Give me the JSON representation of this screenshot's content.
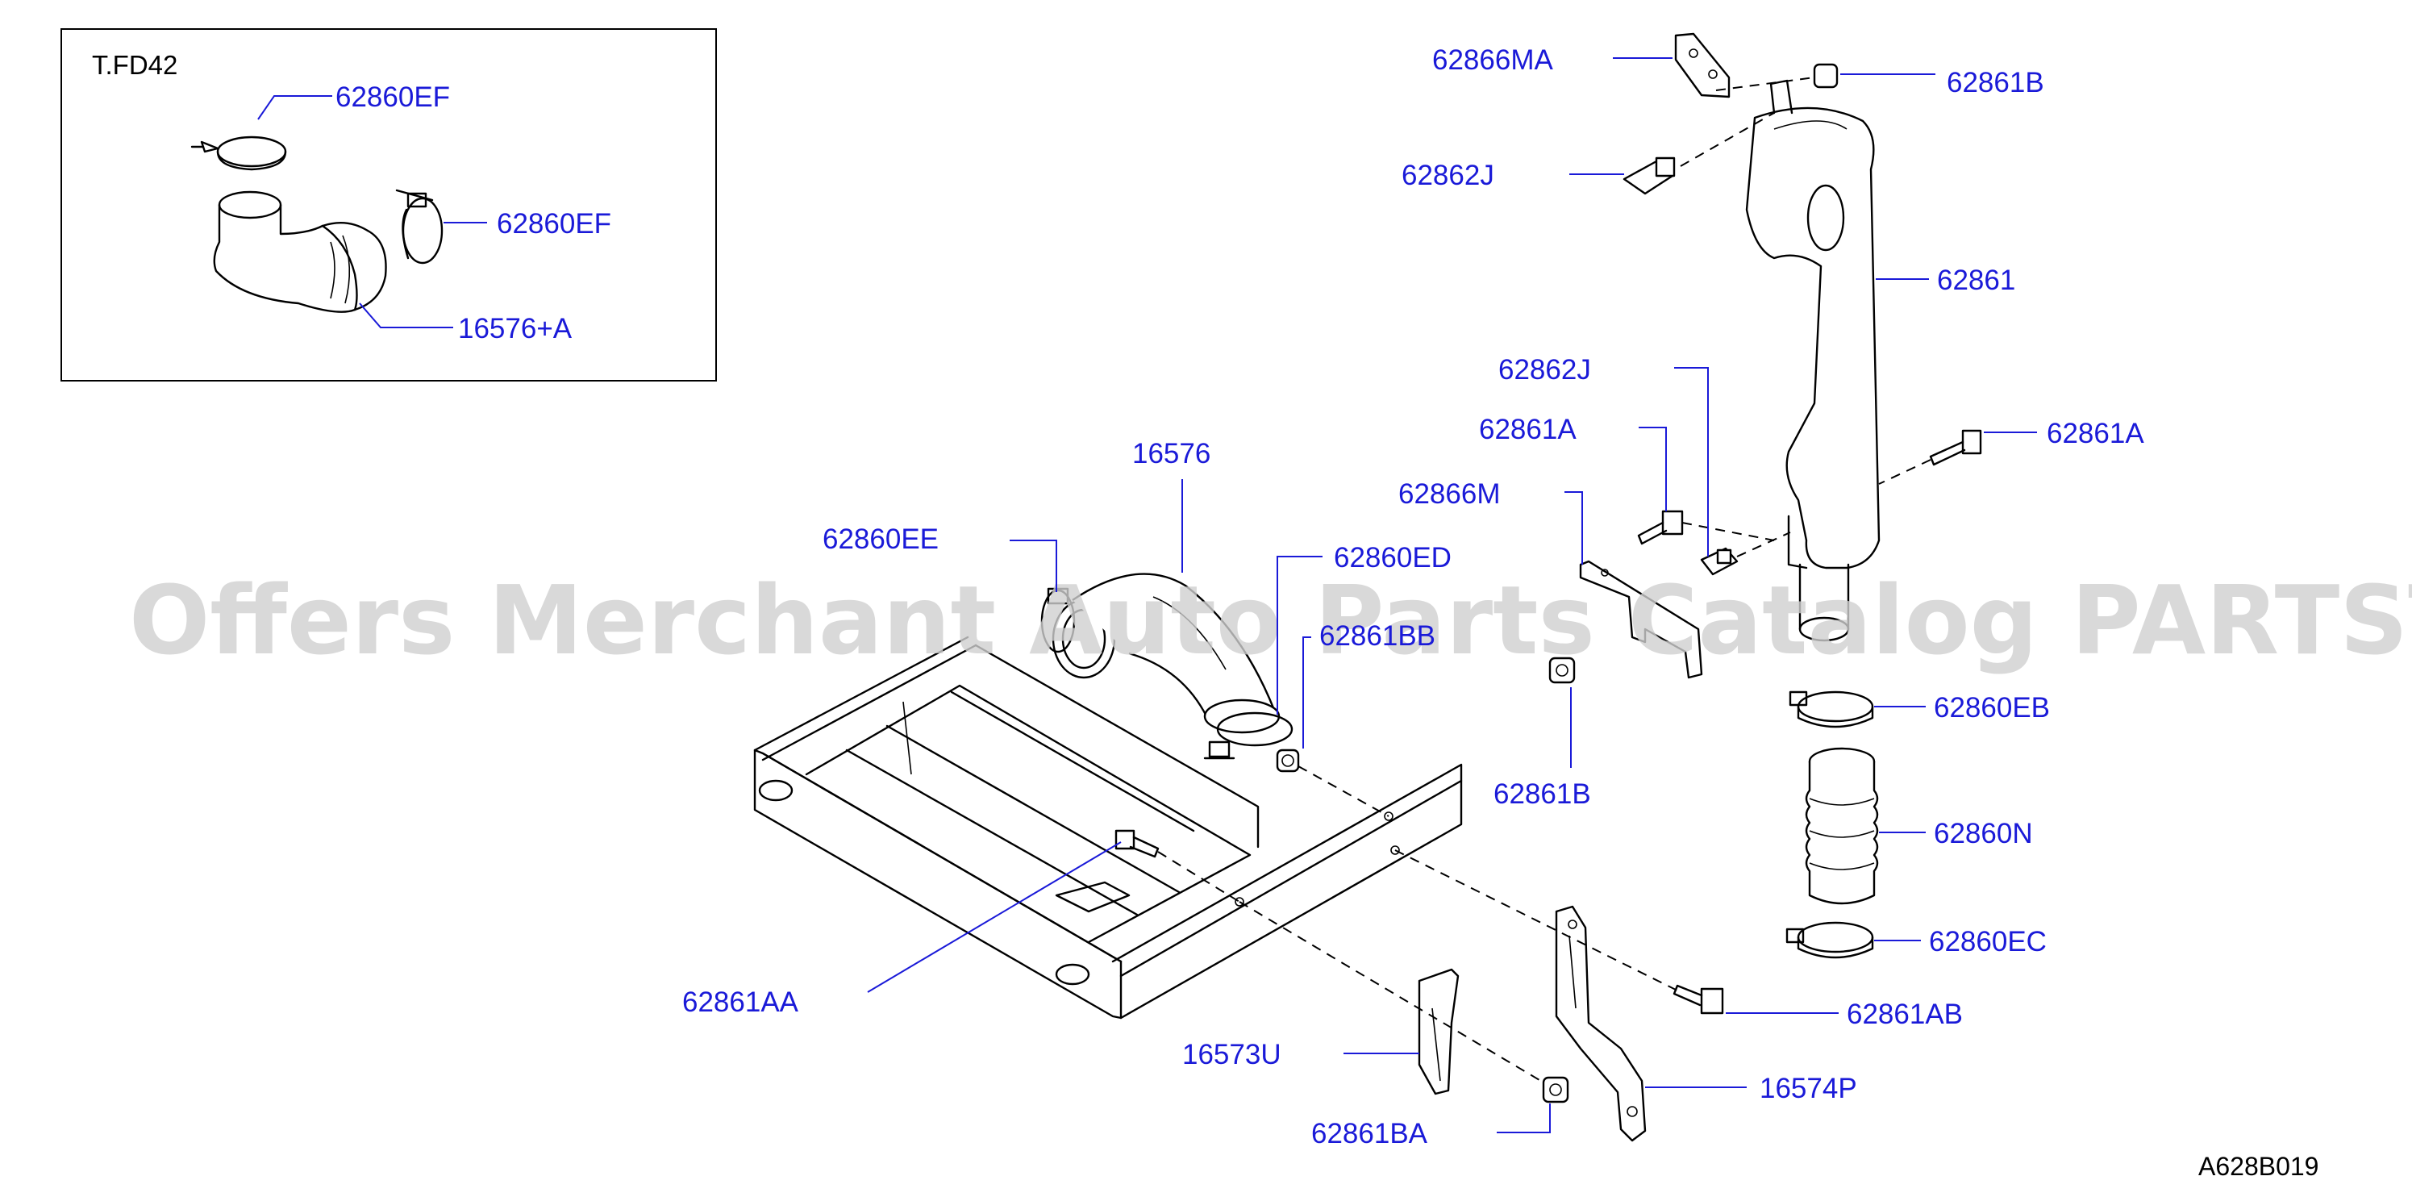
{
  "diagram": {
    "inset_title": "T.FD42",
    "drawing_code": "A628B019",
    "watermark": "Offers Merchant Auto Parts Catalog PARTSTORE.SA",
    "colors": {
      "label": "#1a1ad8",
      "leader": "#1a1ad8",
      "line": "#000000"
    },
    "labels": {
      "l_62860EF_a": "62860EF",
      "l_62860EF_b": "62860EF",
      "l_16576A": "16576+A",
      "l_62866MA": "62866MA",
      "l_62861B_top": "62861B",
      "l_62862J_top": "62862J",
      "l_62861": "62861",
      "l_62862J_mid": "62862J",
      "l_62861A_mid": "62861A",
      "l_62861A_right": "62861A",
      "l_62866M": "62866M",
      "l_16576": "16576",
      "l_62860EE": "62860EE",
      "l_62860ED": "62860ED",
      "l_62861BB": "62861BB",
      "l_62861B_mid": "62861B",
      "l_62860EB": "62860EB",
      "l_62860N": "62860N",
      "l_62860EC": "62860EC",
      "l_62861AB": "62861AB",
      "l_62861AA": "62861AA",
      "l_16573U": "16573U",
      "l_16574P": "16574P",
      "l_62861BA": "62861BA"
    }
  }
}
